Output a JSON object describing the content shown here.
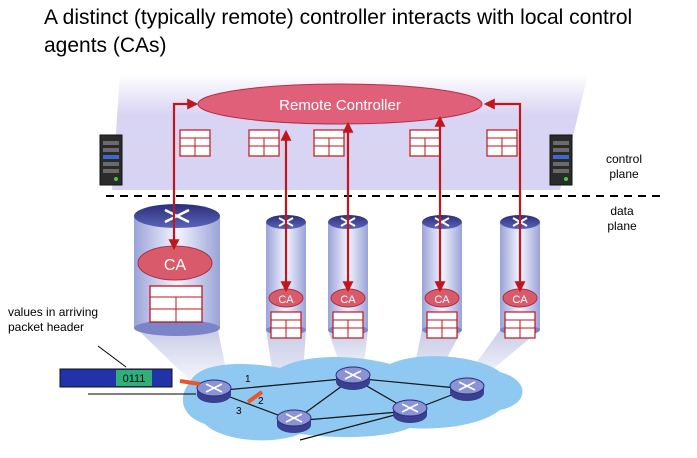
{
  "title": "A distinct (typically remote) controller interacts with local control agents (CAs)",
  "controller_label": "Remote Controller",
  "control_plane_label": [
    "control",
    "plane"
  ],
  "data_plane_label": [
    "data",
    "plane"
  ],
  "ca_label": "CA",
  "packet_caption": [
    "values in arriving",
    "packet header"
  ],
  "packet_value": "0111",
  "port_labels": [
    "1",
    "2",
    "3"
  ],
  "colors": {
    "arrow": "#c0161c",
    "controller_fill": "#e0607a",
    "ca_fill": "#d95a6b",
    "plane_band": "#d7d3f2",
    "network_cloud": "#8fc8f0",
    "packet_blue": "#2233aa",
    "packet_green": "#2fb07a"
  },
  "icons": [
    "server-icon",
    "router-icon",
    "flow-table-icon"
  ]
}
